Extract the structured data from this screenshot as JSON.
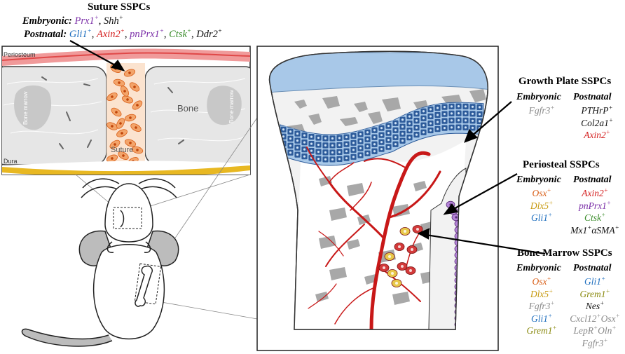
{
  "colors": {
    "purple": "#7b2fa8",
    "red": "#d41f1f",
    "blue": "#1f6fbf",
    "green": "#3a8c2a",
    "orange": "#d9601a",
    "gold": "#c79a10",
    "olive": "#8a8a10",
    "gray": "#8a8a8a",
    "black": "#111111",
    "bone_blue": "#a8c8e8",
    "cell_blue": "#2d5b9a",
    "vessel_red": "#c81818",
    "periosteum_purple": "#b585d8"
  },
  "suture": {
    "title": "Suture SSPCs",
    "embryonic_label": "Embryonic:",
    "embryonic_genes": [
      {
        "name": "Prx1",
        "sup": "+",
        "color": "purple"
      },
      {
        "name": "Shh",
        "sup": "+",
        "color": "black"
      }
    ],
    "postnatal_label": "Postnatal:",
    "postnatal_genes": [
      {
        "name": "Gli1",
        "sup": "+",
        "color": "blue"
      },
      {
        "name": "Axin2",
        "sup": "+",
        "color": "red"
      },
      {
        "name": "pnPrx1",
        "sup": "+",
        "color": "purple"
      },
      {
        "name": "Ctsk",
        "sup": "+",
        "color": "green"
      },
      {
        "name": "Ddr2",
        "sup": "+",
        "color": "black"
      }
    ],
    "inset_labels": {
      "periosteum": "Periosteum",
      "bone_marrow_left": "Bone marrow",
      "bone": "Bone",
      "bone_marrow_right": "Bone marrow",
      "suture": "Suture",
      "dura": "Dura"
    }
  },
  "growth_plate": {
    "title": "Growth Plate SSPCs",
    "embryonic_label": "Embryonic",
    "postnatal_label": "Postnatal",
    "embryonic_genes": [
      {
        "name": "Fgfr3",
        "sup": "+",
        "color": "gray"
      }
    ],
    "postnatal_genes": [
      {
        "name": "PTHrP",
        "sup": "+",
        "color": "black"
      },
      {
        "name": "Col2a1",
        "sup": "+",
        "color": "black"
      },
      {
        "name": "Axin2",
        "sup": "+",
        "color": "red"
      }
    ]
  },
  "periosteal": {
    "title": "Periosteal SSPCs",
    "embryonic_label": "Embryonic",
    "postnatal_label": "Postnatal",
    "embryonic_genes": [
      {
        "name": "Osx",
        "sup": "+",
        "color": "orange"
      },
      {
        "name": "Dlx5",
        "sup": "+",
        "color": "gold"
      },
      {
        "name": "Gli1",
        "sup": "+",
        "color": "blue"
      }
    ],
    "postnatal_genes": [
      {
        "name": "Axin2",
        "sup": "+",
        "color": "red"
      },
      {
        "name": "pnPrx1",
        "sup": "+",
        "color": "purple"
      },
      {
        "name": "Ctsk",
        "sup": "+",
        "color": "green"
      },
      {
        "name": "Mx1",
        "sup": "+",
        "name2": "αSMA",
        "sup2": "+",
        "color": "black"
      }
    ]
  },
  "bone_marrow": {
    "title": "Bone Marrow SSPCs",
    "embryonic_label": "Embryonic",
    "postnatal_label": "Postnatal",
    "embryonic_genes": [
      {
        "name": "Osx",
        "sup": "+",
        "color": "orange"
      },
      {
        "name": "Dlx5",
        "sup": "+",
        "color": "gold"
      },
      {
        "name": "Fgfr3",
        "sup": "+",
        "color": "gray"
      },
      {
        "name": "Gli1",
        "sup": "+",
        "color": "blue"
      },
      {
        "name": "Grem1",
        "sup": "+",
        "color": "olive"
      }
    ],
    "postnatal_genes": [
      {
        "name": "Gli1",
        "sup": "+",
        "color": "blue"
      },
      {
        "name": "Grem1",
        "sup": "+",
        "color": "olive"
      },
      {
        "name": "Nes",
        "sup": "+",
        "color": "black"
      },
      {
        "name": "Cxcl12",
        "sup": "+",
        "name2": "Osx",
        "sup2": "+",
        "color": "gray"
      },
      {
        "name": "LepR",
        "sup": "+",
        "name2": "Oln",
        "sup2": "+",
        "color": "gray"
      },
      {
        "name": "Fgfr3",
        "sup": "+",
        "color": "gray"
      }
    ]
  }
}
